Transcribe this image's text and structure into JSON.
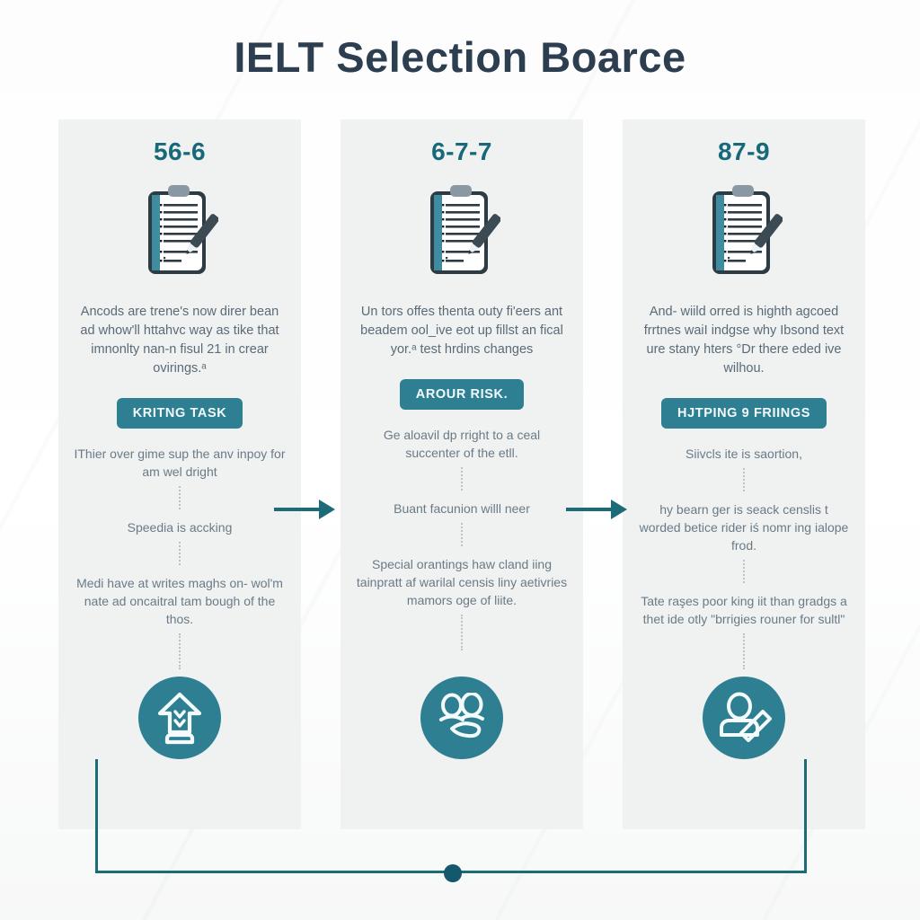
{
  "title": "IELT Selection Boarce",
  "theme": {
    "accent": "#2f7f93",
    "accent_dark": "#1b6b79",
    "score_text": "#17697a",
    "panel_bg": "#f0f1f1",
    "title_text": "#2c3e50",
    "body_text": "#5a6b78"
  },
  "columns": [
    {
      "score": "56-6",
      "clipboard_icon": "clipboard-pencil-icon",
      "description": "Ancods are trene's now direr bean ad whow'll httahvc way as tike that imnonlty nan-n fisul 21 in crear ovirings.ᵃ",
      "badge": "KRITNG TASK",
      "bullets": [
        "IThier over gime sup the anv inpoy for am wel dright",
        "Speedia is accking",
        "Medi have at writes maghs on- wol'm nate ad oncaitral tam bough of the thos."
      ],
      "footer_icon": "trophy-arrow-icon"
    },
    {
      "score": "6-7-7",
      "clipboard_icon": "clipboard-pencil-icon",
      "description": "Un tors offes thenta outy fi'eers ant beadem ool_ive eot up fillst an fical yor.ᵃ test hrdins changes",
      "badge": "AROUR RISK.",
      "bullets": [
        "Ge aloavil dp rright to a ceal succenter of the etll.",
        "Buant facunion willl neer",
        "Special orantings haw cland iing tainpratt af warilal censis liny aetivries mamors oge of liite."
      ],
      "footer_icon": "people-group-icon"
    },
    {
      "score": "87-9",
      "clipboard_icon": "clipboard-pencil-icon",
      "description": "And- wiild orred is highth agcoed frrtnes waiI indgse why Ibsond text ure stany hters °Dr there eded ive wilhou.",
      "badge": "HJTPING 9 FRIINGS",
      "bullets": [
        "Siivcls ite is saortion,",
        "hy bearn ɡer is seack censlis t worded betice rider iś nomr ing ialope frod.",
        "Tate raşes poor king iit than gradgs a thet ide otly \"brrigies rouner for sultl\""
      ],
      "footer_icon": "person-edit-icon"
    }
  ],
  "arrows": [
    {
      "name": "arrow-col1-to-col2"
    },
    {
      "name": "arrow-col2-to-col3"
    }
  ],
  "connector": {
    "name": "bottom-connector-line",
    "dot": "connector-center-dot"
  }
}
